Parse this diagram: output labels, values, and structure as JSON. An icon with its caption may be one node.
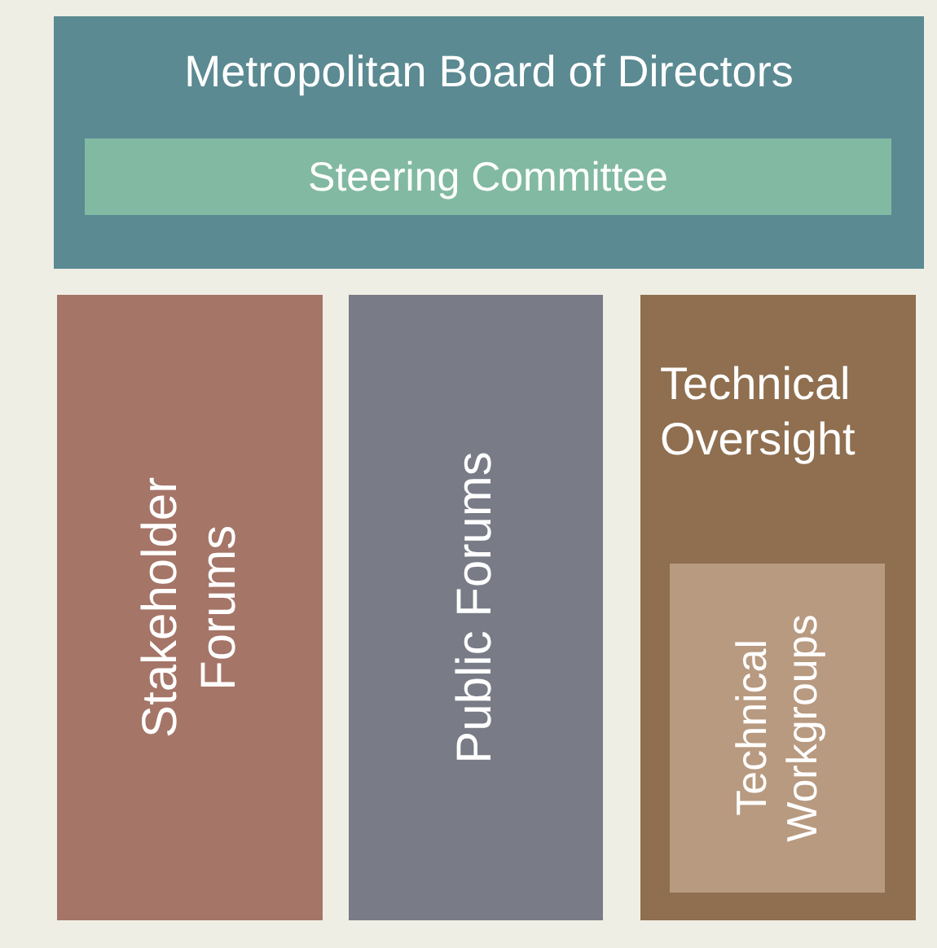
{
  "diagram": {
    "nodes": [
      {
        "text": [
          "Metropolitan Board of Directors"
        ]
      },
      {
        "text": [
          "Steering Committee"
        ],
        "in": 0
      },
      {
        "text": [
          "Stakeholder Forums"
        ]
      },
      {
        "text": [
          "Public Forums"
        ]
      },
      {
        "text": [
          "Technical Oversight"
        ]
      },
      {
        "text": [
          "Technical Workgroups"
        ],
        "in": 4
      }
    ]
  }
}
